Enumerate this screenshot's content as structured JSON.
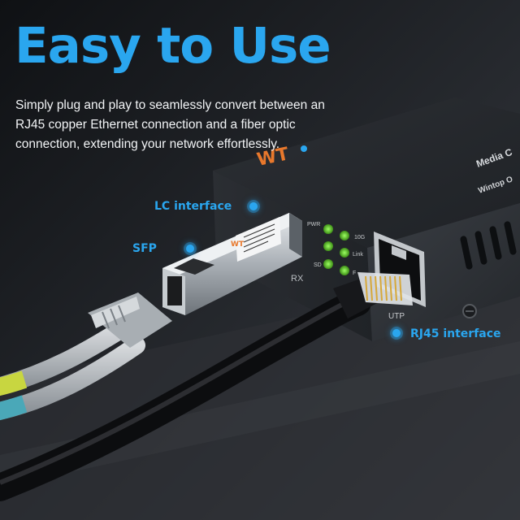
{
  "headline": "Easy to Use",
  "description": "Simply plug and play to seamlessly convert between an RJ45 copper Ethernet connection and a fiber optic connection, extending your network effortlessly.",
  "callouts": {
    "lc": "LC interface",
    "sfp": "SFP",
    "rj45": "RJ45 interface"
  },
  "device": {
    "title_line1": "Media C",
    "title_line2": "Wintop O",
    "logo": "WT",
    "led_labels": [
      "PWR",
      "10G",
      "Link",
      "SD",
      "F"
    ],
    "rx_label": "RX",
    "utp_label": "UTP"
  },
  "colors": {
    "accent": "#2aa6ef",
    "led_green": "#6fd23a",
    "logo_orange": "#e8782c"
  }
}
